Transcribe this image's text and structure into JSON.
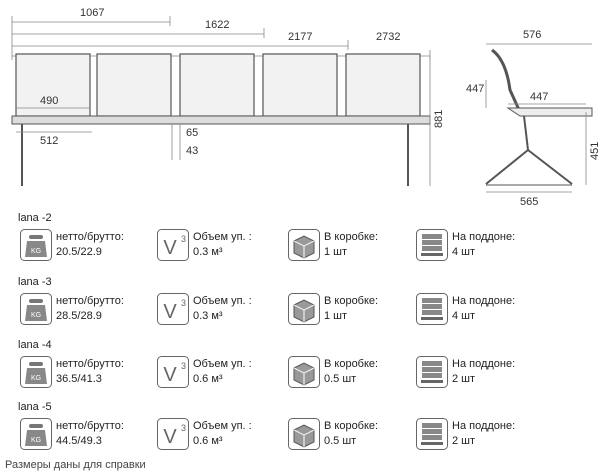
{
  "drawing": {
    "front": {
      "widths": [
        "1067",
        "1622",
        "2177",
        "2732"
      ],
      "seat_width": "490",
      "leg_offset": "512",
      "gap_a": "65",
      "gap_b": "43",
      "height": "881"
    },
    "side": {
      "depth_top": "576",
      "back_height": "447",
      "seat_depth": "447",
      "seat_height": "451",
      "base_width": "565"
    }
  },
  "labels": {
    "weight": "нетто/брутто:",
    "volume": "Объем уп. :",
    "box": "В коробке:",
    "pallet": "На поддоне:",
    "kg": "KG",
    "v": "V",
    "v_sup": "3"
  },
  "models": [
    {
      "name": "lana -2",
      "weight": "20.5/22.9",
      "volume": "0.3 м³",
      "box": "1 шт",
      "pallet": "4 шт"
    },
    {
      "name": "lana -3",
      "weight": "28.5/28.9",
      "volume": "0.3 м³",
      "box": "1 шт",
      "pallet": "4 шт"
    },
    {
      "name": "lana -4",
      "weight": "36.5/41.3",
      "volume": "0.6 м³",
      "box": "0.5 шт",
      "pallet": "2 шт"
    },
    {
      "name": "lana -5",
      "weight": "44.5/49.3",
      "volume": "0.6 м³",
      "box": "0.5 шт",
      "pallet": "2 шт"
    }
  ],
  "footnote": "Размеры даны для справки"
}
